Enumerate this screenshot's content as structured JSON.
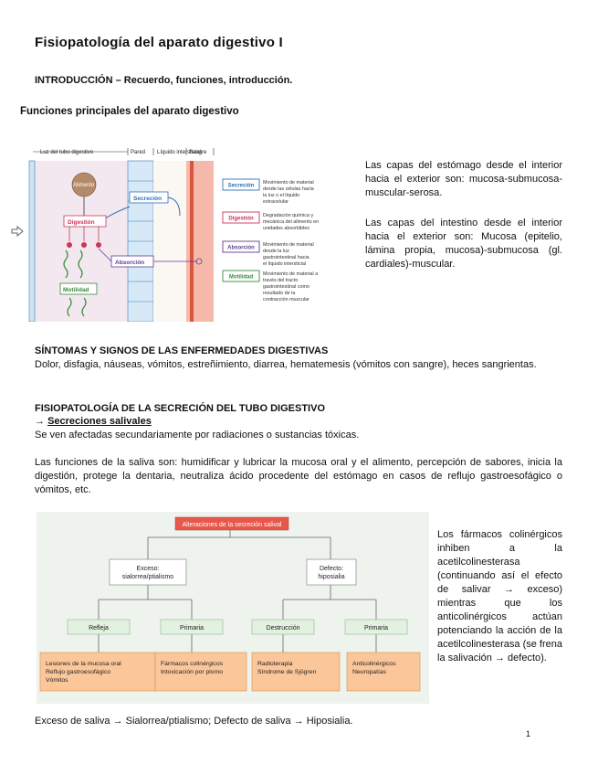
{
  "doc": {
    "title": "Fisiopatología del aparato digestivo I",
    "intro": "INTRODUCCIÓN – Recuerdo, funciones, introducción.",
    "funciones_heading": "Funciones principales del aparato digestivo",
    "stomach_text": "Las capas del estómago desde el interior hacia el exterior son: mucosa-submucosa-muscular-serosa.",
    "intestine_text": "Las capas del intestino desde el interior hacia el exterior son: Mucosa (epitelio, lámina propia, mucosa)-submucosa (gl. cardiales)-muscular.",
    "sintomas_heading": "SÍNTOMAS Y SIGNOS DE LAS ENFERMEDADES DIGESTIVAS",
    "sintomas_text": "Dolor, disfagia, náuseas, vómitos, estreñimiento, diarrea, hematemesis (vómitos con sangre), heces sangrientas.",
    "secrecion_heading": "FISIOPATOLOGÍA DE LA SECRECIÓN DEL TUBO DIGESTIVO",
    "salivales_arrow": "→ ",
    "salivales_label": "Secreciones salivales",
    "salivales_text": "Se ven afectadas secundariamente por radiaciones o sustancias tóxicas.",
    "saliva_funciones": "Las funciones de la saliva son: humidificar y lubricar la mucosa oral y el alimento, percepción de sabores, inicia la digestión, protege la dentaria, neutraliza ácido procedente del estómago en casos de reflujo gastroesofágico o vómitos, etc.",
    "farmacos_text": "Los fármacos colinérgicos inhiben a la acetilcolinesterasa (continuando así el efecto de salivar → exceso) mientras que los anticolinérgicos actúan potenciando la acción de la acetilcolinesterasa (se frena la salivación → defecto).",
    "exceso_line": "Exceso de saliva → Sialorrea/ptialismo; Defecto de saliva → Hiposialia.",
    "page_number": "1"
  },
  "fig1": {
    "col_luz": "Luz del tubo digestivo",
    "col_pared": "Pared",
    "col_liquido": "Líquido intersticial",
    "col_sangre": "Sangre",
    "alimento": "Alimento",
    "secrecion": "Secreción",
    "digestion": "Digestión",
    "absorcion": "Absorción",
    "motilidad": "Motilidad",
    "legend": [
      {
        "label": "Secreción",
        "text": "Movimiento de material desde las células hacia la luz o el líquido extracelular",
        "color": "#2f6fb5"
      },
      {
        "label": "Digestión",
        "text": "Degradación química y mecánica del alimento en unidades absorbibles",
        "color": "#c8375a"
      },
      {
        "label": "Absorción",
        "text": "Movimiento de material desde la luz gastrointestinal hacia el líquido intersticial",
        "color": "#5a3f94"
      },
      {
        "label": "Motilidad",
        "text": "Movimiento de material a través del tracto gastrointestinal como resultado de la contracción muscular",
        "color": "#3a8a3a"
      }
    ]
  },
  "fig2": {
    "root": "Alteraciones de la secreción salival",
    "exceso": "Exceso:\nsialorrea/ptialismo",
    "defecto": "Defecto:\nhiposialia",
    "l3": [
      "Refleja",
      "Primaria",
      "Destrucción",
      "Primaria"
    ],
    "l4": [
      [
        "Lesiones de la mucosa oral",
        "Reflujo gastroesofágico",
        "Vómitos"
      ],
      [
        "Fármacos colinérgicos",
        "Intoxicación por plomo"
      ],
      [
        "Radioterapia",
        "Síndrome de Sjögren"
      ],
      [
        "Anticolinérgicos",
        "Neuropatías"
      ]
    ]
  }
}
